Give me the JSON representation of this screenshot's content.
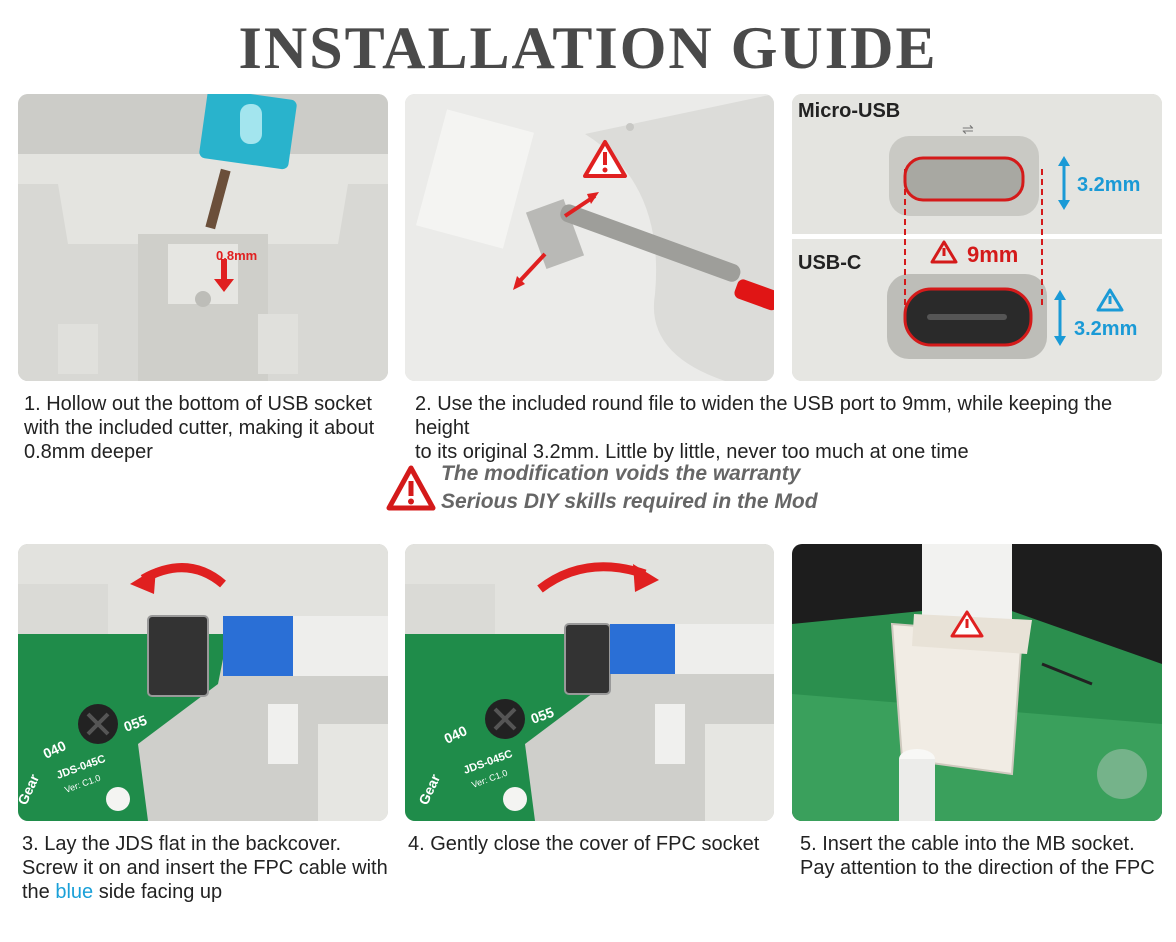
{
  "title": "INSTALLATION GUIDE",
  "steps": [
    {
      "lines": [
        "1. Hollow out the bottom of USB socket",
        "with the included cutter, making it about",
        "0.8mm deeper"
      ]
    },
    {
      "lines": [
        "2. Use the included round file to widen the USB port to 9mm, while keeping the height",
        "to its original 3.2mm. Little by little, never too much at one time"
      ]
    },
    {
      "lines": [
        "3. Lay the JDS flat in the backcover.",
        "Screw it on and insert the FPC cable with"
      ],
      "last_prefix": "the ",
      "last_highlight": "blue",
      "last_suffix": " side facing up"
    },
    {
      "lines": [
        "4. Gently close the cover of FPC socket"
      ]
    },
    {
      "lines": [
        "5. Insert the cable into the MB socket.",
        "Pay attention to the direction of the FPC"
      ]
    }
  ],
  "warning": {
    "line1": "The modification voids the warranty",
    "line2": "Serious DIY skills required in the Mod"
  },
  "photo1": {
    "depth_label": "0.8mm"
  },
  "photo3": {
    "micro_label": "Micro-USB",
    "usbc_label": "USB-C",
    "width_label": "9mm",
    "height_top": "3.2mm",
    "height_bottom": "3.2mm"
  },
  "board": {
    "text_040": "040",
    "text_055": "055",
    "model": "JDS-045C",
    "ver": "Ver: C1.0",
    "brand": "Gear"
  },
  "colors": {
    "accent_red": "#d41a1a",
    "accent_blue": "#1a9ad6",
    "title_gray": "#4a4a4a"
  }
}
